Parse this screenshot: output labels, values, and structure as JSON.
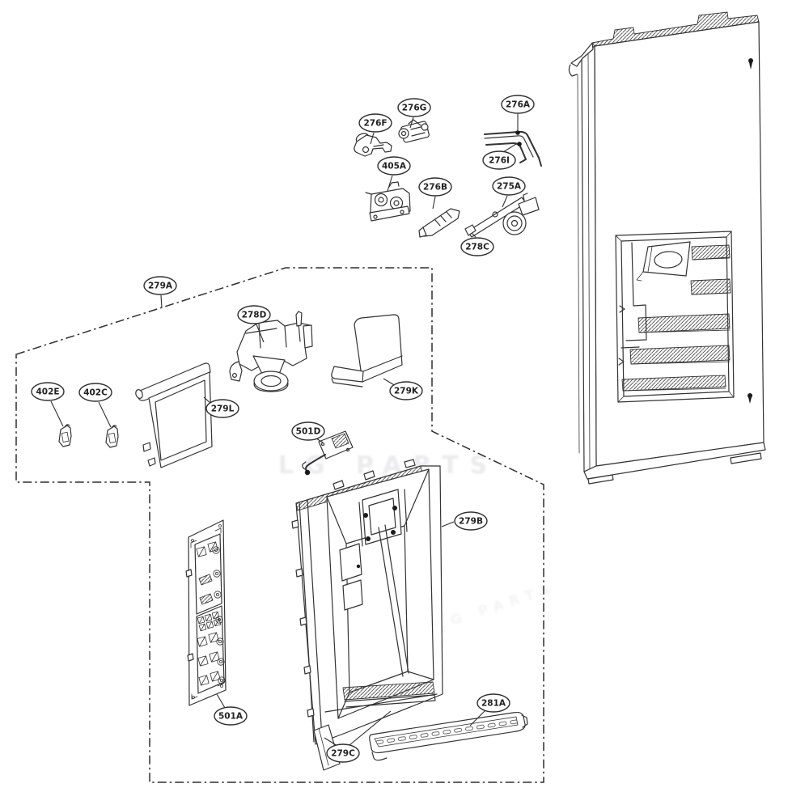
{
  "callouts": {
    "c276F": "276F",
    "c276G": "276G",
    "c276A": "276A",
    "c276I": "276I",
    "c405A": "405A",
    "c276B": "276B",
    "c275A": "275A",
    "c278C": "278C",
    "c279A": "279A",
    "c278D": "278D",
    "c279L": "279L",
    "c279K": "279K",
    "c402E": "402E",
    "c402C": "402C",
    "c501D": "501D",
    "c279B": "279B",
    "c501A": "501A",
    "c279C": "279C",
    "c281A": "281A"
  },
  "watermark": {
    "primary": "LG PARTS",
    "secondary": "LG PARTS"
  },
  "colors": {
    "line": "#333333",
    "background": "#ffffff",
    "watermark": "#8e959c"
  }
}
